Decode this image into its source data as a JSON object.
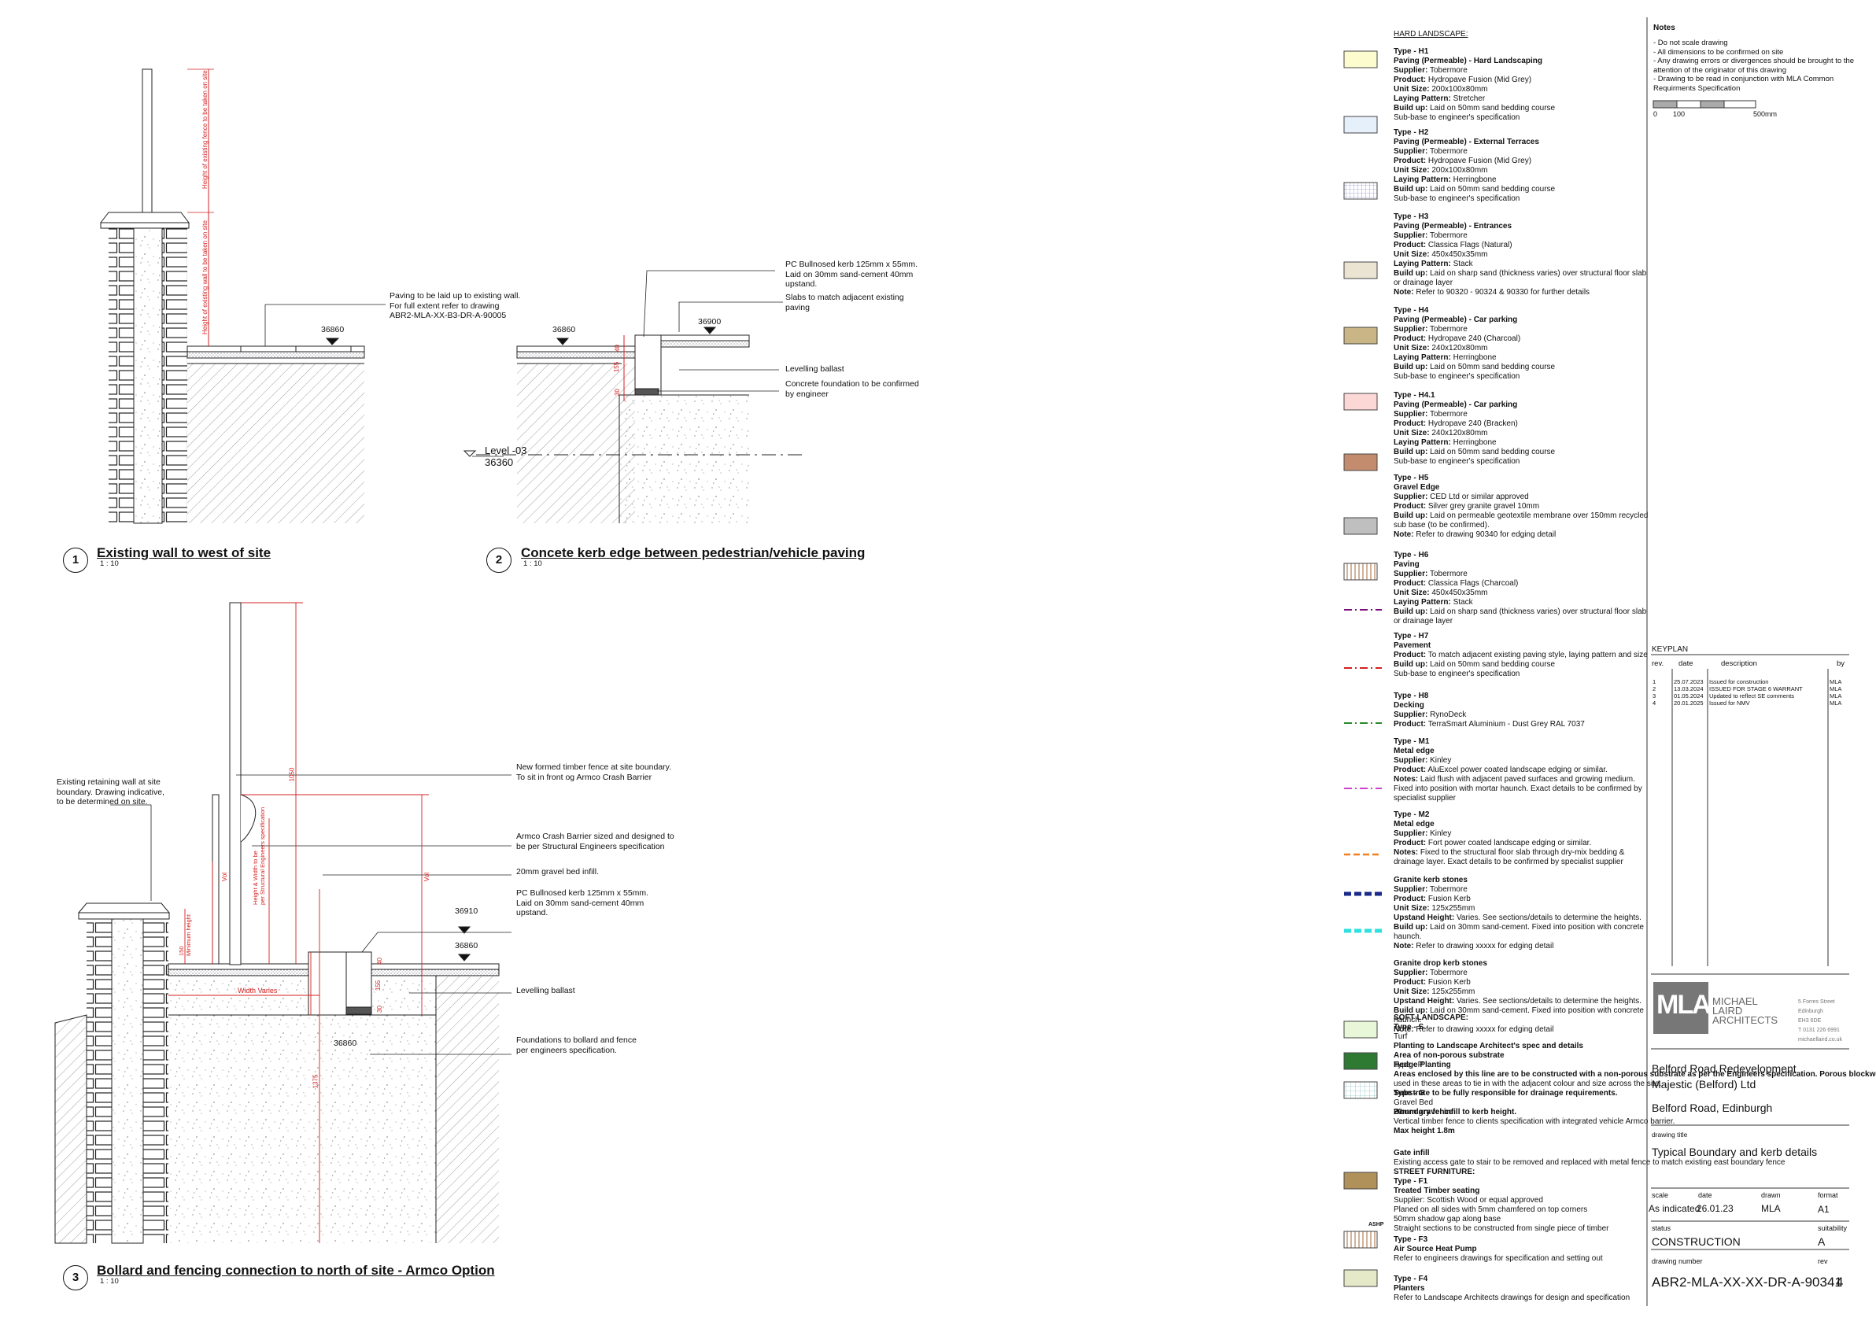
{
  "details": [
    {
      "num": "1",
      "title": "Existing wall to west of site",
      "scale": "1 : 10",
      "level": "36860",
      "notes": [
        "Paving to be laid up to existing wall.\nFor full extent refer to drawing\nABR2-MLA-XX-B3-DR-A-90005"
      ],
      "red_dims": [
        "Height of existing fence to be taken on site",
        "Height of existing wall to be taken on site"
      ]
    },
    {
      "num": "2",
      "title": "Concete kerb edge between pedestrian/vehicle paving",
      "scale": "1 : 10",
      "levels": [
        "36860",
        "36900"
      ],
      "datum_label": "Level -03",
      "datum_value": "36360",
      "notes": [
        "PC Bullnosed kerb 125mm x 55mm.\nLaid on 30mm sand-cement 40mm\nupstand.",
        "Slabs to match adjacent existing\npaving",
        "Levelling ballast",
        "Concrete foundation to be confirmed\nby engineer"
      ],
      "red_dims": [
        "40",
        "155",
        "30"
      ]
    },
    {
      "num": "3",
      "title": "Bollard and fencing connection to north of site - Armco Option",
      "scale": "1 : 10",
      "levels": [
        "36910",
        "36860",
        "36860"
      ],
      "notes": [
        "Existing retaining wall at site\nboundary. Drawing indicative,\nto be determined on site.",
        "New formed timber fence at site boundary.\nTo sit in front og Armco Crash Barrier",
        "Armco Crash Barrier sized and designed to\nbe per Structural Engineers specification",
        "20mm gravel bed infill.",
        "PC Bullnosed kerb 125mm x 55mm.\nLaid on 30mm sand-cement 40mm\nupstand.",
        "Levelling ballast",
        "Foundations to bollard and fence\nper engineers specification."
      ],
      "red_dims": [
        "1050",
        "Height & Width to be\nper Structural Engineers specification",
        "150\nMinimum height",
        "Width Varies",
        "1375",
        "40",
        "155",
        "30",
        "Vol",
        "Vol"
      ]
    }
  ],
  "legend": {
    "heading": "HARD LANDSCAPE:",
    "items": [
      {
        "type": "Type - H1",
        "name": "Paving (Permeable) - Hard Landscaping",
        "lines": [
          [
            "Supplier:",
            "Tobermore"
          ],
          [
            "Product:",
            "Hydropave Fusion (Mid Grey)"
          ],
          [
            "Unit Size:",
            "200x100x80mm"
          ],
          [
            "Laying Pattern:",
            "Stretcher"
          ],
          [
            "Build up:",
            "Laid on 50mm sand bedding course"
          ],
          [
            "",
            "Sub-base to engineer's specification"
          ]
        ]
      },
      {
        "type": "Type - H2",
        "name": "Paving (Permeable) - External Terraces",
        "lines": [
          [
            "Supplier:",
            "Tobermore"
          ],
          [
            "Product:",
            "Hydropave Fusion (Mid Grey)"
          ],
          [
            "Unit Size:",
            "200x100x80mm"
          ],
          [
            "Laying Pattern:",
            "Herringbone"
          ],
          [
            "Build up:",
            "Laid on 50mm sand bedding course"
          ],
          [
            "",
            "Sub-base to engineer's specification"
          ]
        ]
      },
      {
        "type": "Type - H3",
        "name": "Paving (Permeable) - Entrances",
        "lines": [
          [
            "Supplier:",
            "Tobermore"
          ],
          [
            "Product:",
            "Classica Flags (Natural)"
          ],
          [
            "Unit Size:",
            "450x450x35mm"
          ],
          [
            "Laying Pattern:",
            "Stack"
          ],
          [
            "Build up:",
            "Laid on sharp sand (thickness varies) over structural floor slab or drainage layer"
          ],
          [
            "Note:",
            "Refer to 90320 - 90324 & 90330 for further details"
          ]
        ]
      },
      {
        "type": "Type - H4",
        "name": "Paving (Permeable) - Car parking",
        "lines": [
          [
            "Supplier:",
            "Tobermore"
          ],
          [
            "Product:",
            "Hydropave 240 (Charcoal)"
          ],
          [
            "Unit Size:",
            "240x120x80mm"
          ],
          [
            "Laying Pattern:",
            "Herringbone"
          ],
          [
            "Build up:",
            "Laid on 50mm sand bedding course"
          ],
          [
            "",
            "Sub-base to engineer's specification"
          ]
        ]
      },
      {
        "type": "Type - H4.1",
        "name": "Paving (Permeable) - Car parking",
        "lines": [
          [
            "Supplier:",
            "Tobermore"
          ],
          [
            "Product:",
            "Hydropave 240 (Bracken)"
          ],
          [
            "Unit Size:",
            "240x120x80mm"
          ],
          [
            "Laying Pattern:",
            "Herringbone"
          ],
          [
            "Build up:",
            "Laid on 50mm sand bedding course"
          ],
          [
            "",
            "Sub-base to engineer's specification"
          ]
        ]
      },
      {
        "type": "Type - H5",
        "name": "Gravel Edge",
        "lines": [
          [
            "Supplier:",
            "CED Ltd or similar approved"
          ],
          [
            "Product:",
            "Silver grey granite gravel 10mm"
          ],
          [
            "Build up:",
            "Laid on permeable geotextile membrane over 150mm recycled sub base (to be confirmed)."
          ],
          [
            "Note:",
            "Refer to drawing 90340 for edging detail"
          ]
        ]
      },
      {
        "type": "Type - H6",
        "name": "Paving",
        "lines": [
          [
            "Supplier:",
            "Tobermore"
          ],
          [
            "Product:",
            "Classica Flags (Charcoal)"
          ],
          [
            "Unit Size:",
            "450x450x35mm"
          ],
          [
            "Laying Pattern:",
            "Stack"
          ],
          [
            "Build up:",
            "Laid on sharp sand (thickness varies) over structural floor slab or drainage layer"
          ]
        ]
      },
      {
        "type": "Type - H7",
        "name": "Pavement",
        "lines": [
          [
            "Product:",
            "To match adjacent existing paving style, laying pattern and size"
          ],
          [
            "Build up:",
            "Laid on 50mm sand bedding course"
          ],
          [
            "",
            "Sub-base to engineer's specification"
          ]
        ]
      },
      {
        "type": "Type - H8",
        "name": "Decking",
        "lines": [
          [
            "Supplier:",
            "RynoDeck"
          ],
          [
            "Product:",
            "TerraSmart Aluminium - Dust Grey RAL 7037"
          ]
        ]
      },
      {
        "type": "Type - M1",
        "name": "Metal edge",
        "lines": [
          [
            "Supplier:",
            "Kinley"
          ],
          [
            "Product:",
            "AluExcel power coated landscape edging or similar."
          ],
          [
            "Notes:",
            "Laid flush with adjacent paved surfaces and growing medium. Fixed into position with mortar haunch. Exact details to be confirmed by specialist supplier"
          ]
        ]
      },
      {
        "type": "Type - M2",
        "name": "Metal edge",
        "lines": [
          [
            "Supplier:",
            "Kinley"
          ],
          [
            "Product:",
            "Fort power coated landscape edging or similar."
          ],
          [
            "Notes:",
            "Fixed to the structural floor slab through dry-mix bedding & drainage layer. Exact details to be confirmed by specialist supplier"
          ]
        ]
      },
      {
        "type": "",
        "name": "Granite kerb stones",
        "lines": [
          [
            "Supplier:",
            "Tobermore"
          ],
          [
            "Product:",
            "Fusion Kerb"
          ],
          [
            "Unit Size:",
            "125x255mm"
          ],
          [
            "Upstand Height:",
            "Varies. See sections/details to determine the heights."
          ],
          [
            "Build up:",
            "Laid on 30mm sand-cement. Fixed into position with concrete haunch."
          ],
          [
            "Note:",
            "Refer to drawing xxxxx for edging detail"
          ]
        ]
      },
      {
        "type": "",
        "name": "Granite drop kerb stones",
        "lines": [
          [
            "Supplier:",
            "Tobermore"
          ],
          [
            "Product:",
            "Fusion Kerb"
          ],
          [
            "Unit Size:",
            "125x255mm"
          ],
          [
            "Upstand Height:",
            "Varies. See sections/details to determine the heights."
          ],
          [
            "Build up:",
            "Laid on 30mm sand-cement. Fixed into position with concrete haunch."
          ],
          [
            "Note:",
            "Refer to drawing xxxxx for edging detail"
          ]
        ]
      }
    ],
    "overlap_lines": [
      "SOFT LANDSCAPE:",
      "Type - S",
      "Turf",
      "Planting to Landscape Architect's spec and details",
      "Area of non-porous substrate",
      "Type - P",
      "Areas enclosed by this line are to be constructed with a non-porous substrate as per the Engineers specification. Porous blockwork is to be",
      "Hedge Planting",
      "used in these areas to tie in with the adjacent colour and size across the site.",
      "Type - G",
      "Substrate to be fully responsible for drainage requirements.",
      "Gravel Bed",
      "Boundary fence",
      "20mm gravel infill to kerb height.",
      "Vertical timber fence to clients specification with integrated vehicle Armco barrier.",
      "Max height 1.8m",
      "Gate infill",
      "Existing access gate to stair to be removed and replaced with metal fence to match existing east boundary fence",
      "STREET FURNITURE:"
    ],
    "furniture": [
      {
        "type": "Type - F1",
        "name": "Treated Timber seating",
        "lines": [
          "Supplier: Scottish Wood or equal approved",
          "Planed on all sides with 5mm chamfered on top corners",
          "50mm shadow gap along base",
          "Straight sections to be constructed from single piece of timber"
        ]
      },
      {
        "type": "Type - F3",
        "name": "Air Source Heat Pump",
        "tag": "ASHP",
        "lines": [
          "Refer to engineers drawings for specification and setting out"
        ]
      },
      {
        "type": "Type - F4",
        "name": "Planters",
        "lines": [
          "Refer to Landscape Architects drawings for design and specification"
        ]
      }
    ]
  },
  "notes_panel": {
    "heading": "Notes",
    "lines": [
      "- Do not scale drawing",
      "- All dimensions to be confirmed on site",
      "- Any drawing errors or divergences should be brought to the attention of the originator of this drawing",
      "- Drawing to be read in conjunction with MLA Common Requirments Specification"
    ],
    "scalebar": [
      "0",
      "100",
      "500mm"
    ]
  },
  "keyplan": "KEYPLAN",
  "revisions": {
    "headers": [
      "rev.",
      "date",
      "description",
      "by"
    ],
    "rows": [
      [
        "1",
        "25.07.2023",
        "Issued for construction",
        "MLA"
      ],
      [
        "2",
        "13.03.2024",
        "ISSUED FOR STAGE 6 WARRANT",
        "MLA"
      ],
      [
        "3",
        "01.05.2024",
        "Updated to reflect SE comments",
        "MLA"
      ],
      [
        "4",
        "20.01.2025",
        "Issued for NMV",
        "MLA"
      ]
    ]
  },
  "company": {
    "logo": "MLA",
    "name": [
      "MICHAEL",
      "LAIRD",
      "ARCHITECTS"
    ],
    "address": [
      "5 Forres Street",
      "Edinburgh",
      "EH3 6DE",
      "T 0131 226 6991",
      "michaellaird.co.uk"
    ]
  },
  "titleblock": {
    "project": [
      "Belford Road Redevelopment",
      "Majestic (Belford) Ltd",
      "Belford Road, Edinburgh"
    ],
    "drawing_title_label": "drawing title",
    "drawing_title": "Typical Boundary and kerb details",
    "scale_label": "scale",
    "scale": "As indicated",
    "date_label": "date",
    "date": "26.01.23",
    "drawn_label": "drawn",
    "drawn": "MLA",
    "format_label": "format",
    "format": "A1",
    "status_label": "status",
    "status": "CONSTRUCTION",
    "suitability_label": "suitability",
    "suitability": "A",
    "number_label": "drawing number",
    "number": "ABR2-MLA-XX-XX-DR-A-90341",
    "rev_label": "rev",
    "rev": "4"
  },
  "colors": {
    "H1": "#fdfccf",
    "H2": "#e6f0fb",
    "H2b": "#c9c5f0",
    "H3": "#ece4d3",
    "H4": "#c9b585",
    "H41": "#fbd7d6",
    "H4b": "#c48c6e",
    "H5": "#bfbfbf",
    "H6": "#f6d7b8",
    "S": "#e9f7d9",
    "P": "#2f7a33",
    "G": "#e0f2f5",
    "F1": "#b0915a",
    "F4": "#e6e9c8",
    "dim": "#d42020"
  }
}
